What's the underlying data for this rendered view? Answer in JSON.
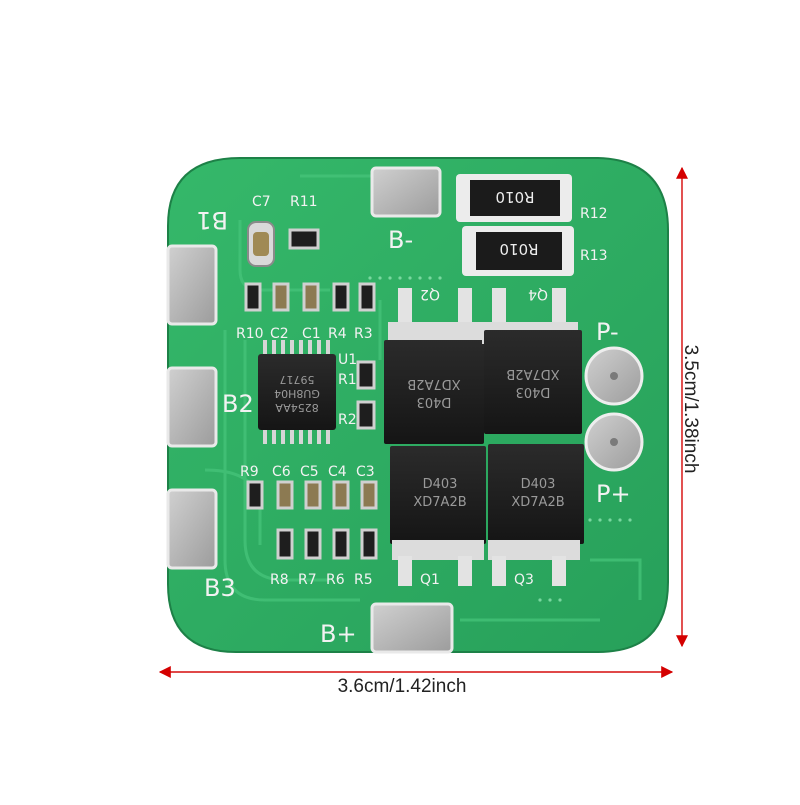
{
  "board": {
    "pad_labels": {
      "b1": "B1",
      "b2": "B2",
      "b3": "B3",
      "b_minus": "B-",
      "b_plus": "B+",
      "p_minus": "P-",
      "p_plus": "P+"
    },
    "resistor_labels": {
      "r12": "R12",
      "r13": "R13",
      "r11": "R11",
      "r1": "R1",
      "r2": "R2",
      "r3": "R3",
      "r4": "R4",
      "r5": "R5",
      "r6": "R6",
      "r7": "R7",
      "r8": "R8",
      "r9": "R9",
      "r10": "R10"
    },
    "capacitor_labels": {
      "c1": "C1",
      "c2": "C2",
      "c3": "C3",
      "c4": "C4",
      "c5": "C5",
      "c6": "C6",
      "c7": "C7"
    },
    "transistor_labels": {
      "q1": "Q1",
      "q2": "Q2",
      "q3": "Q3",
      "q4": "Q4"
    },
    "ic_label": "U1",
    "shunt_marking": "R010",
    "ic_marking": [
      "8254AA",
      "GU8H04",
      "59717"
    ],
    "mosfet_marking": [
      "D403",
      "XD7A2B"
    ]
  },
  "dimensions": {
    "width": "3.6cm/1.42inch",
    "height": "3.5cm/1.38inch"
  },
  "colors": {
    "pcb": "#2fae63",
    "pcb_dark": "#1f8a4a",
    "pad": "#b9b9b9",
    "component": "#1e1e1e",
    "dimension_line": "#d40000"
  }
}
